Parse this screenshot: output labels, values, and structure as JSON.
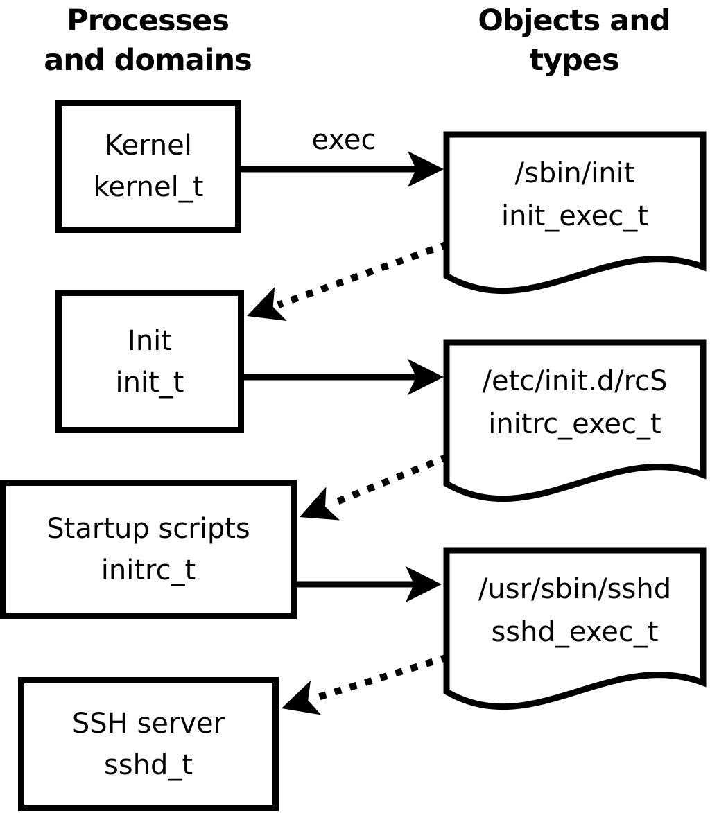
{
  "diagram": {
    "column_headers": {
      "left": {
        "line1": "Processes",
        "line2": "and domains"
      },
      "right": {
        "line1": "Objects and",
        "line2": "types"
      }
    },
    "arrow_label": "exec",
    "processes": [
      {
        "name": "Kernel",
        "domain": "kernel_t"
      },
      {
        "name": "Init",
        "domain": "init_t"
      },
      {
        "name": "Startup scripts",
        "domain": "initrc_t"
      },
      {
        "name": "SSH server",
        "domain": "sshd_t"
      }
    ],
    "objects": [
      {
        "path": "/sbin/init",
        "type": "init_exec_t"
      },
      {
        "path": "/etc/init.d/rcS",
        "type": "initrc_exec_t"
      },
      {
        "path": "/usr/sbin/sshd",
        "type": "sshd_exec_t"
      }
    ],
    "colors": {
      "foreground": "#000000",
      "background": "#ffffff"
    }
  }
}
